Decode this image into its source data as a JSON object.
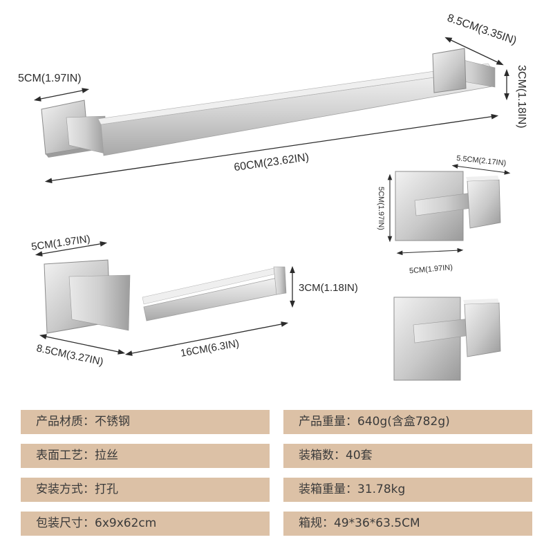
{
  "dimensions": {
    "towel_bar_end_width": "5CM(1.97IN)",
    "towel_bar_depth": "8.5CM(3.35IN)",
    "towel_bar_height": "3CM(1.18IN)",
    "towel_bar_length": "60CM(23.62IN)",
    "hook_depth": "5.5CM(2.17IN)",
    "hook_height": "5CM(1.97IN)",
    "hook_width": "5CM(1.97IN)",
    "holder_base_width": "5CM(1.97IN)",
    "holder_height": "3CM(1.18IN)",
    "holder_depth": "8.5CM(3.27IN)",
    "holder_length": "16CM(6.3IN)"
  },
  "specs": {
    "left": [
      {
        "label": "产品材质",
        "value": "不锈钢"
      },
      {
        "label": "表面工艺",
        "value": "拉丝"
      },
      {
        "label": "安装方式",
        "value": "打孔"
      },
      {
        "label": "包装尺寸",
        "value": "6x9x62cm"
      }
    ],
    "right": [
      {
        "label": "产品重量",
        "value": "640g(含盒782g)"
      },
      {
        "label": "装箱数",
        "value": "40套"
      },
      {
        "label": "装箱重量",
        "value": "31.78kg"
      },
      {
        "label": "箱规",
        "value": "49*36*63.5CM"
      }
    ],
    "separator": "："
  },
  "colors": {
    "spec_background": "#dcc1a6",
    "spec_text": "#3a3a3a",
    "steel_light": "#e8e8e8",
    "steel_dark": "#a9a9a9",
    "dimension_line": "#2b2b2b"
  }
}
